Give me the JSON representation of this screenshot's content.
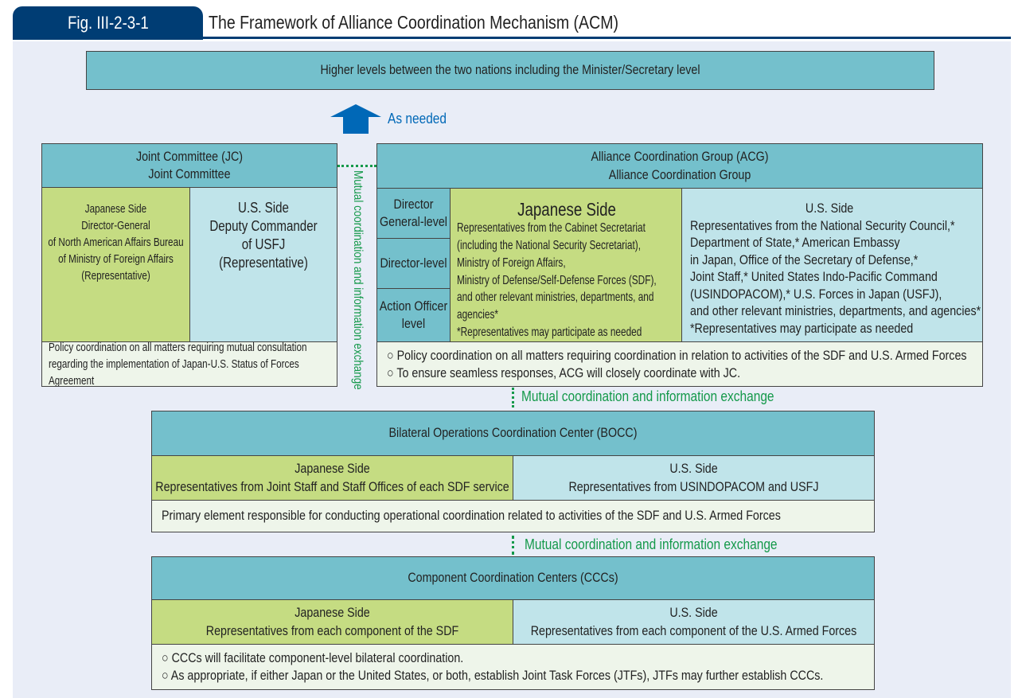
{
  "figure": {
    "number": "Fig. III-2-3-1",
    "title": "The Framework of Alliance Coordination Mechanism (ACM)"
  },
  "colors": {
    "navy": "#003d74",
    "header": "#74c0cc",
    "japan": "#c5dc82",
    "us": "#c0e4ea",
    "note": "#eef5ea",
    "link": "#14994a",
    "arrow": "#0068b7"
  },
  "higher": {
    "label": "Higher levels between the two nations including the Minister/Secretary level"
  },
  "arrow": {
    "label": "As needed"
  },
  "link_labels": {
    "jc_acg": "Mutual coordination and information exchange",
    "acg_bocc": "Mutual coordination and information exchange",
    "bocc_ccc": "Mutual coordination and information exchange"
  },
  "jc": {
    "title": "Joint Committee (JC)",
    "subtitle": "Joint Committee",
    "japan": [
      "Japanese Side",
      "Director-General",
      "of North American Affairs Bureau",
      "of Ministry of Foreign Affairs",
      "(Representative)"
    ],
    "us": [
      "U.S. Side",
      "Deputy Commander",
      "of USFJ",
      "(Representative)"
    ],
    "note": [
      "Policy coordination on all matters requiring mutual consultation",
      "regarding the implementation of Japan-U.S. Status of Forces Agreement"
    ]
  },
  "acg": {
    "title": "Alliance Coordination Group (ACG)",
    "subtitle": "Alliance Coordination Group",
    "levels": [
      [
        "Director",
        "General-level"
      ],
      [
        "Director-level"
      ],
      [
        "Action Officer",
        "level"
      ]
    ],
    "japan": {
      "heading": "Japanese Side",
      "lines": [
        "Representatives from the Cabinet Secretariat",
        " (including the National Security Secretariat),",
        "Ministry of Foreign Affairs,",
        "Ministry of Defense/Self-Defense Forces (SDF),",
        "and other relevant ministries, departments, and agencies*",
        "*Representatives may participate as needed"
      ]
    },
    "us": {
      "heading": "U.S. Side",
      "lines": [
        "Representatives from the National Security Council,*",
        "Department of State,* American Embassy",
        "in Japan, Office of the Secretary of Defense,*",
        "Joint Staff,* United States Indo-Pacific Command",
        "(USINDOPACOM),* U.S. Forces in Japan (USFJ),",
        "and other relevant ministries, departments, and agencies*",
        "*Representatives may participate as needed"
      ]
    },
    "notes": [
      "○ Policy coordination on all matters requiring coordination in relation to activities of the SDF and U.S. Armed Forces",
      "○ To ensure seamless responses, ACG will closely coordinate with JC."
    ]
  },
  "bocc": {
    "title": "Bilateral Operations Coordination Center (BOCC)",
    "japan": [
      "Japanese Side",
      "Representatives from Joint Staff and Staff Offices of each SDF service"
    ],
    "us": [
      "U.S. Side",
      "Representatives from USINDOPACOM and USFJ"
    ],
    "note": "Primary element responsible for conducting operational coordination related to activities of the SDF and U.S. Armed Forces"
  },
  "ccc": {
    "title": "Component Coordination Centers (CCCs)",
    "japan": [
      "Japanese Side",
      "Representatives from each component of the SDF"
    ],
    "us": [
      "U.S. Side",
      "Representatives from each component of the U.S. Armed Forces"
    ],
    "notes": [
      "○ CCCs will facilitate component-level bilateral coordination.",
      "○ As appropriate, if either Japan or the United States, or both, establish Joint Task Forces (JTFs), JTFs may further establish CCCs."
    ]
  }
}
